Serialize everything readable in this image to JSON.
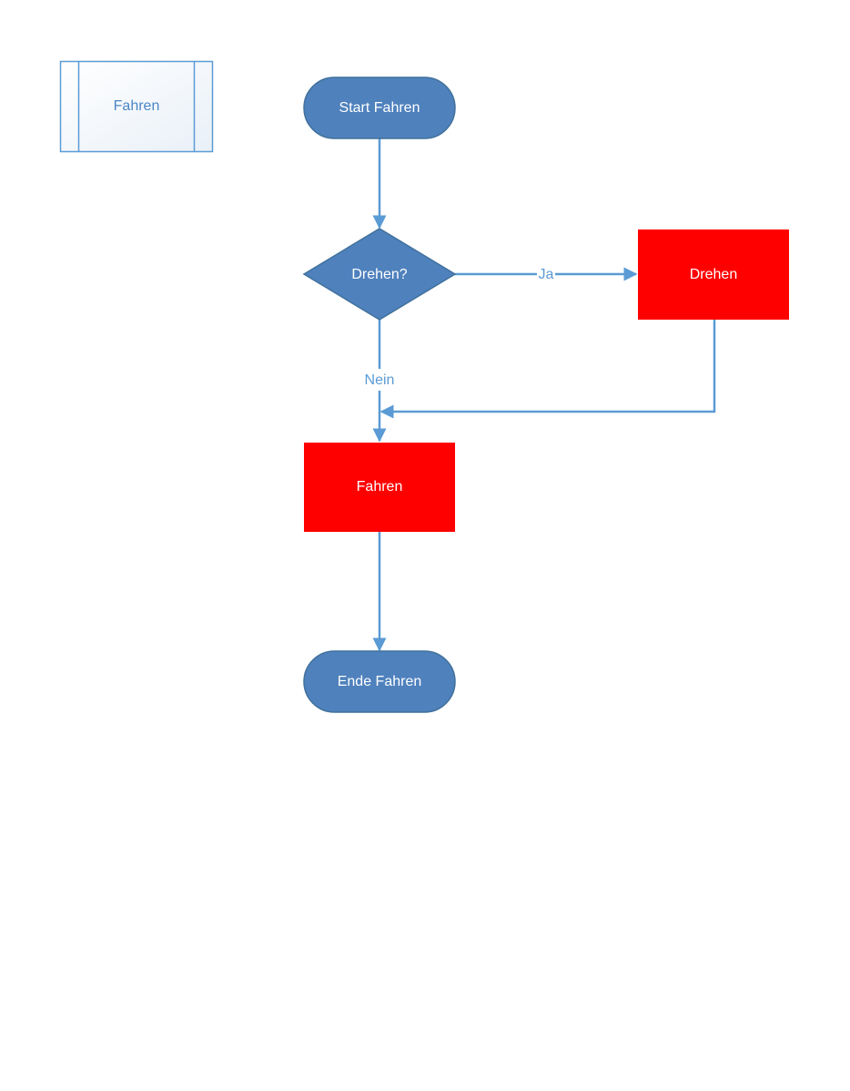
{
  "colors": {
    "terminal_fill": "#4f81bd",
    "terminal_stroke": "#41719c",
    "process_fill": "#ff0000",
    "connector": "#5b9bd5",
    "subprocess_stroke": "#5b9bd5",
    "subprocess_text": "#4a86c5",
    "subprocess_fill_top": "#ffffff",
    "subprocess_fill_bottom": "#e9f0f8",
    "shape_text": "#ffffff"
  },
  "nodes": {
    "subprocess": {
      "label": "Fahren"
    },
    "start": {
      "label": "Start Fahren"
    },
    "decision": {
      "label": "Drehen?"
    },
    "process_turn": {
      "label": "Drehen"
    },
    "process_drive": {
      "label": "Fahren"
    },
    "end": {
      "label": "Ende Fahren"
    }
  },
  "edges": {
    "yes_label": "Ja",
    "no_label": "Nein"
  }
}
